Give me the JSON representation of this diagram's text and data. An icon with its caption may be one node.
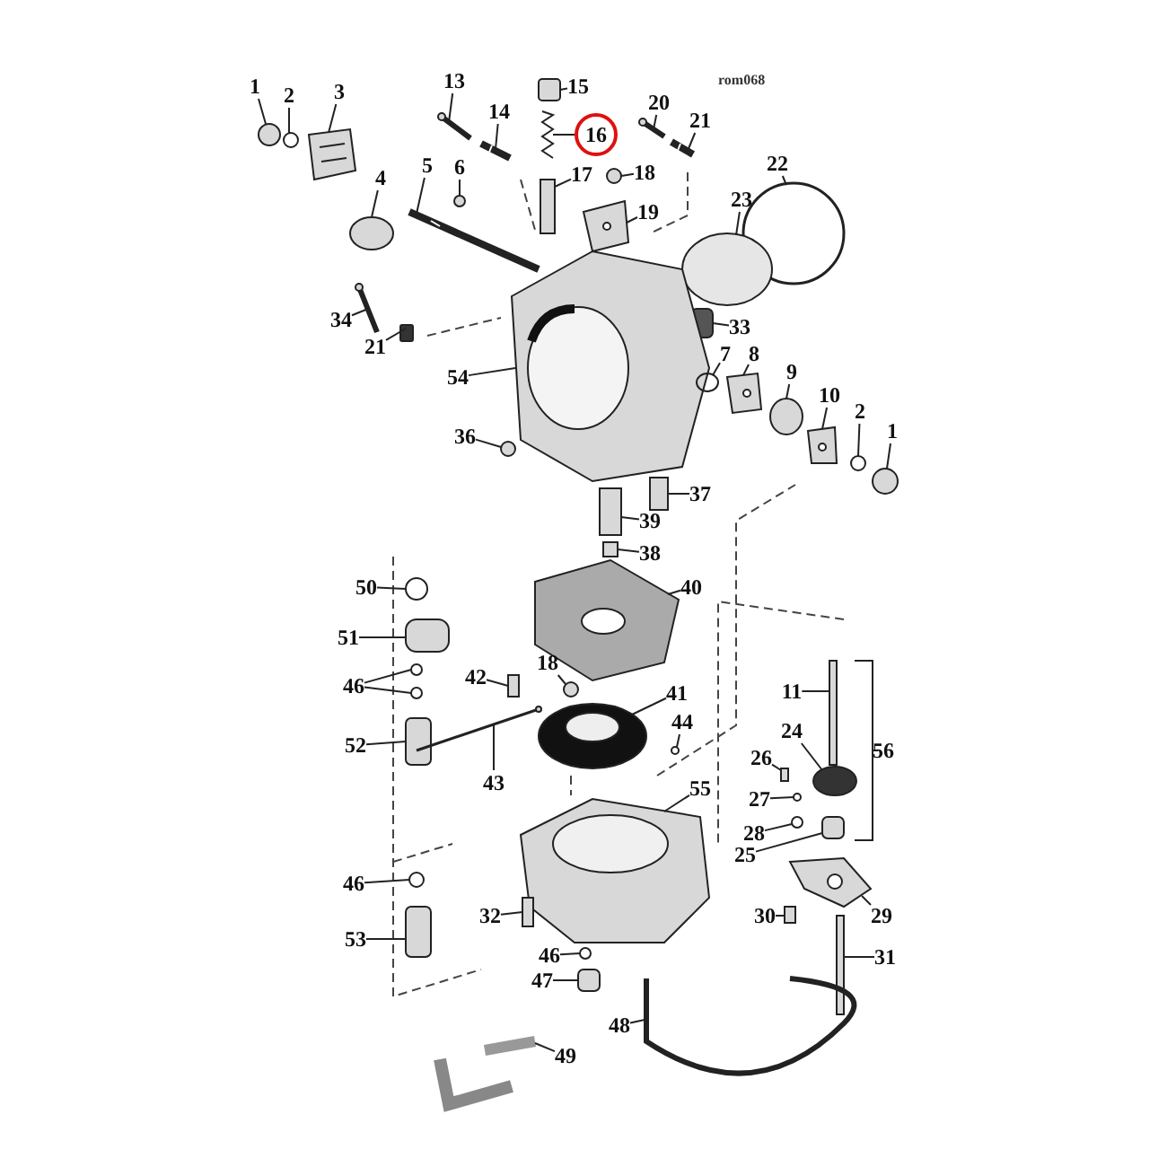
{
  "diagram": {
    "nodes": [
      {
        "text": [
          "1"
        ]
      },
      {
        "text": [
          "2"
        ]
      },
      {
        "text": [
          "3"
        ]
      },
      {
        "text": [
          "4"
        ]
      },
      {
        "text": [
          "5"
        ]
      },
      {
        "text": [
          "6"
        ]
      },
      {
        "text": [
          "13"
        ]
      },
      {
        "text": [
          "14"
        ]
      },
      {
        "text": [
          "15"
        ]
      },
      {
        "text": [
          "16"
        ]
      },
      {
        "text": [
          "17"
        ]
      },
      {
        "text": [
          "18"
        ]
      },
      {
        "text": [
          "19"
        ]
      },
      {
        "text": [
          "20"
        ]
      },
      {
        "text": [
          "21"
        ]
      },
      {
        "text": [
          "22"
        ]
      },
      {
        "text": [
          "23"
        ]
      },
      {
        "text": [
          "33"
        ]
      },
      {
        "text": [
          "34"
        ]
      },
      {
        "text": [
          "21"
        ]
      },
      {
        "text": [
          "54"
        ]
      },
      {
        "text": [
          "7"
        ]
      },
      {
        "text": [
          "8"
        ]
      },
      {
        "text": [
          "9"
        ]
      },
      {
        "text": [
          "10"
        ]
      },
      {
        "text": [
          "2"
        ]
      },
      {
        "text": [
          "1"
        ]
      },
      {
        "text": [
          "36"
        ]
      },
      {
        "text": [
          "37"
        ]
      },
      {
        "text": [
          "39"
        ]
      },
      {
        "text": [
          "38"
        ]
      },
      {
        "text": [
          "40"
        ]
      },
      {
        "text": [
          "50"
        ]
      },
      {
        "text": [
          "51"
        ]
      },
      {
        "text": [
          "46"
        ]
      },
      {
        "text": [
          "52"
        ]
      },
      {
        "text": [
          "42"
        ]
      },
      {
        "text": [
          "18"
        ]
      },
      {
        "text": [
          "41"
        ]
      },
      {
        "text": [
          "44"
        ]
      },
      {
        "text": [
          "43"
        ]
      },
      {
        "text": [
          "55"
        ]
      },
      {
        "text": [
          "11"
        ]
      },
      {
        "text": [
          "24"
        ]
      },
      {
        "text": [
          "26"
        ]
      },
      {
        "text": [
          "27"
        ]
      },
      {
        "text": [
          "28"
        ]
      },
      {
        "text": [
          "25"
        ]
      },
      {
        "text": [
          "56"
        ]
      },
      {
        "text": [
          "29"
        ]
      },
      {
        "text": [
          "30"
        ]
      },
      {
        "text": [
          "31"
        ]
      },
      {
        "text": [
          "32"
        ]
      },
      {
        "text": [
          "46"
        ]
      },
      {
        "text": [
          "53"
        ]
      },
      {
        "text": [
          "46"
        ]
      },
      {
        "text": [
          "47"
        ]
      },
      {
        "text": [
          "48"
        ]
      },
      {
        "text": [
          "49"
        ]
      },
      {
        "text": [],
        "shape": "circle"
      },
      {
        "text": [],
        "shape": "circle"
      },
      {
        "text": [],
        "shape": "picture"
      },
      {
        "text": [],
        "shape": "circle"
      },
      {
        "text": [],
        "shape": "picture"
      },
      {
        "text": [],
        "shape": "circle"
      },
      {
        "text": [],
        "shape": "picture"
      },
      {
        "text": [],
        "shape": "picture"
      },
      {
        "text": [],
        "shape": "box"
      },
      {
        "text": [],
        "shape": "picture"
      },
      {
        "text": [],
        "shape": "box"
      },
      {
        "text": [],
        "shape": "circle"
      },
      {
        "text": [],
        "shape": "picture"
      },
      {
        "text": [],
        "shape": "picture"
      },
      {
        "text": [],
        "shape": "picture"
      },
      {
        "text": [],
        "shape": "circle"
      },
      {
        "text": [],
        "shape": "circle"
      },
      {
        "text": [],
        "shape": "box"
      },
      {
        "text": [],
        "shape": "picture"
      },
      {
        "text": [],
        "shape": "box"
      },
      {
        "text": [],
        "shape": "picture"
      },
      {
        "text": [],
        "shape": "circle"
      },
      {
        "text": [],
        "shape": "picture"
      },
      {
        "text": [],
        "shape": "circle"
      },
      {
        "text": [],
        "shape": "picture"
      },
      {
        "text": [],
        "shape": "circle"
      },
      {
        "text": [],
        "shape": "circle"
      },
      {
        "text": [],
        "shape": "circle"
      },
      {
        "text": [],
        "shape": "box"
      },
      {
        "text": [],
        "shape": "box"
      },
      {
        "text": [],
        "shape": "box"
      },
      {
        "text": [],
        "shape": "picture"
      },
      {
        "text": [],
        "shape": "circle"
      },
      {
        "text": [],
        "shape": "box"
      },
      {
        "text": [],
        "shape": "circle"
      },
      {
        "text": [],
        "shape": "circle"
      },
      {
        "text": [],
        "shape": "box"
      },
      {
        "text": [],
        "shape": "box"
      },
      {
        "text": [],
        "shape": "circle"
      },
      {
        "text": [],
        "shape": "picture"
      },
      {
        "text": [],
        "shape": "circle"
      },
      {
        "text": [],
        "shape": "picture"
      },
      {
        "text": [],
        "shape": "picture"
      },
      {
        "text": [],
        "shape": "box"
      },
      {
        "text": [],
        "shape": "circle"
      },
      {
        "text": [],
        "shape": "box"
      },
      {
        "text": [],
        "shape": "circle"
      },
      {
        "text": [],
        "shape": "circle"
      },
      {
        "text": [],
        "shape": "box"
      },
      {
        "text": [],
        "shape": "picture"
      },
      {
        "text": [],
        "shape": "box"
      },
      {
        "text": [],
        "shape": "box"
      },
      {
        "text": [],
        "shape": "box"
      },
      {
        "text": [],
        "shape": "circle"
      },
      {
        "text": [],
        "shape": "box"
      },
      {
        "text": [],
        "shape": "circle"
      },
      {
        "text": [],
        "shape": "box"
      },
      {
        "text": [],
        "shape": "picture"
      },
      {
        "text": [],
        "shape": "picture"
      }
    ],
    "edges": [
      {
        "from": 0,
        "to": 59,
        "arrow": "none"
      },
      {
        "from": 1,
        "to": 60,
        "arrow": "none"
      },
      {
        "from": 2,
        "to": 61,
        "arrow": "none"
      },
      {
        "from": 3,
        "to": 62,
        "arrow": "none"
      },
      {
        "from": 4,
        "to": 63,
        "arrow": "none"
      },
      {
        "from": 5,
        "to": 64,
        "arrow": "none"
      },
      {
        "from": 6,
        "to": 65,
        "arrow": "none"
      },
      {
        "from": 7,
        "to": 66,
        "arrow": "none"
      },
      {
        "from": 8,
        "to": 67,
        "arrow": "none"
      },
      {
        "from": 9,
        "to": 68,
        "arrow": "none"
      },
      {
        "from": 10,
        "to": 69,
        "arrow": "none"
      },
      {
        "from": 11,
        "to": 70,
        "arrow": "none"
      },
      {
        "from": 12,
        "to": 71,
        "arrow": "none"
      },
      {
        "from": 13,
        "to": 72,
        "arrow": "none"
      },
      {
        "from": 14,
        "to": 73,
        "arrow": "none"
      },
      {
        "from": 15,
        "to": 74,
        "arrow": "none"
      },
      {
        "from": 16,
        "to": 75,
        "arrow": "none"
      },
      {
        "from": 17,
        "to": 76,
        "arrow": "none"
      },
      {
        "from": 18,
        "to": 77,
        "arrow": "none"
      },
      {
        "from": 19,
        "to": 78,
        "arrow": "none"
      },
      {
        "from": 20,
        "to": 79,
        "arrow": "none"
      },
      {
        "from": 21,
        "to": 80,
        "arrow": "none"
      },
      {
        "from": 22,
        "to": 81,
        "arrow": "none"
      },
      {
        "from": 23,
        "to": 82,
        "arrow": "none"
      },
      {
        "from": 24,
        "to": 83,
        "arrow": "none"
      },
      {
        "from": 25,
        "to": 84,
        "arrow": "none"
      },
      {
        "from": 26,
        "to": 85,
        "arrow": "none"
      },
      {
        "from": 27,
        "to": 86,
        "arrow": "none"
      },
      {
        "from": 28,
        "to": 87,
        "arrow": "none"
      },
      {
        "from": 29,
        "to": 88,
        "arrow": "none"
      },
      {
        "from": 30,
        "to": 89,
        "arrow": "none"
      },
      {
        "from": 31,
        "to": 90,
        "arrow": "none"
      },
      {
        "from": 32,
        "to": 91,
        "arrow": "none"
      },
      {
        "from": 33,
        "to": 92,
        "arrow": "none"
      },
      {
        "from": 34,
        "to": 93,
        "arrow": "none"
      },
      {
        "from": 34,
        "to": 94,
        "arrow": "none"
      },
      {
        "from": 35,
        "to": 95,
        "arrow": "none"
      },
      {
        "from": 36,
        "to": 96,
        "arrow": "none"
      },
      {
        "from": 37,
        "to": 97,
        "arrow": "none"
      },
      {
        "from": 38,
        "to": 98,
        "arrow": "none"
      },
      {
        "from": 39,
        "to": 99,
        "arrow": "none"
      },
      {
        "from": 40,
        "to": 100,
        "arrow": "none"
      },
      {
        "from": 41,
        "to": 101,
        "arrow": "none"
      },
      {
        "from": 42,
        "to": 102,
        "arrow": "none"
      },
      {
        "from": 43,
        "to": 103,
        "arrow": "none"
      },
      {
        "from": 44,
        "to": 104,
        "arrow": "none"
      },
      {
        "from": 45,
        "to": 105,
        "arrow": "none"
      },
      {
        "from": 46,
        "to": 106,
        "arrow": "none"
      },
      {
        "from": 47,
        "to": 107,
        "arrow": "none"
      },
      {
        "from": 49,
        "to": 108,
        "arrow": "none"
      },
      {
        "from": 50,
        "to": 109,
        "arrow": "none"
      },
      {
        "from": 51,
        "to": 110,
        "arrow": "none"
      },
      {
        "from": 52,
        "to": 111,
        "arrow": "none"
      },
      {
        "from": 53,
        "to": 112,
        "arrow": "none"
      },
      {
        "from": 54,
        "to": 113,
        "arrow": "none"
      },
      {
        "from": 55,
        "to": 114,
        "arrow": "none"
      },
      {
        "from": 56,
        "to": 115,
        "arrow": "none"
      },
      {
        "from": 57,
        "to": 116,
        "arrow": "none"
      },
      {
        "from": 58,
        "to": 117,
        "arrow": "none"
      }
    ],
    "labels": [
      "rom068"
    ]
  }
}
